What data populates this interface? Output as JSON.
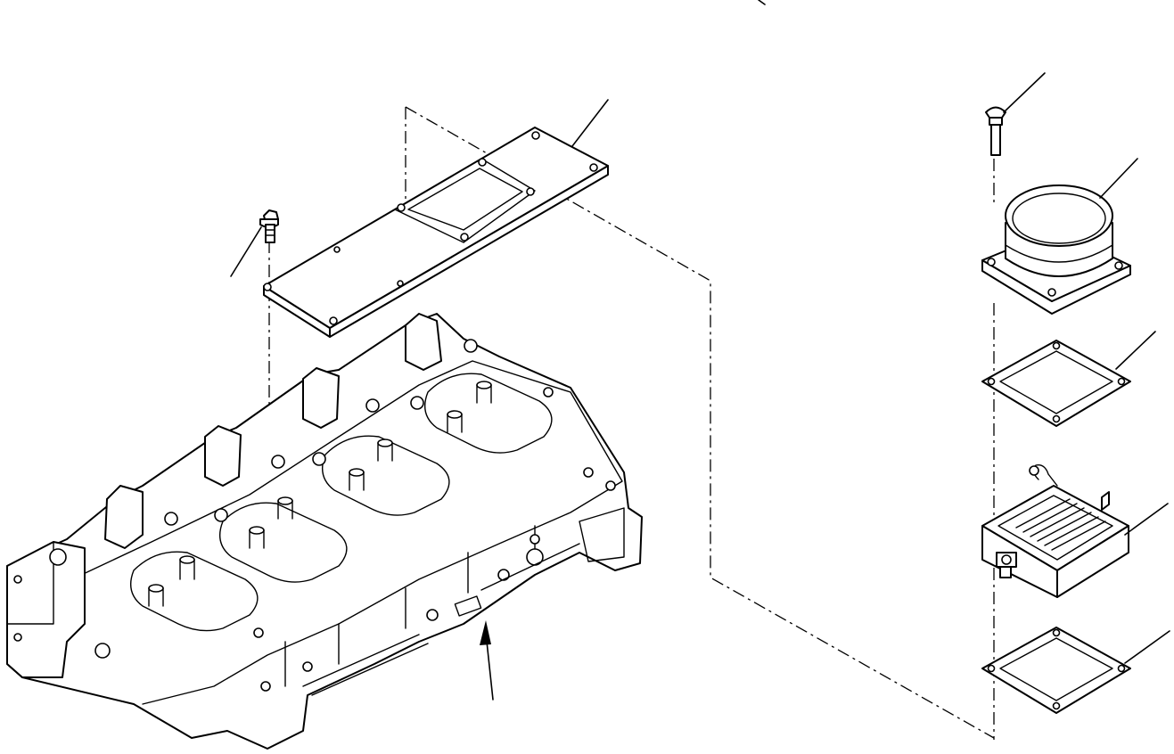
{
  "diagram": {
    "parts": [
      {
        "id": "cylinder-head",
        "icon": "cylinder-head-icon"
      },
      {
        "id": "cover-plate",
        "icon": "cover-plate-icon"
      },
      {
        "id": "head-bolt",
        "icon": "bolt-icon"
      },
      {
        "id": "elbow-bolt",
        "icon": "bolt-icon"
      },
      {
        "id": "intake-elbow",
        "icon": "intake-elbow-icon"
      },
      {
        "id": "upper-gasket",
        "icon": "gasket-icon"
      },
      {
        "id": "grid-heater",
        "icon": "grid-heater-icon"
      },
      {
        "id": "lower-gasket",
        "icon": "gasket-icon"
      }
    ],
    "colors": {
      "ink": "#000000",
      "paper": "#ffffff"
    }
  }
}
